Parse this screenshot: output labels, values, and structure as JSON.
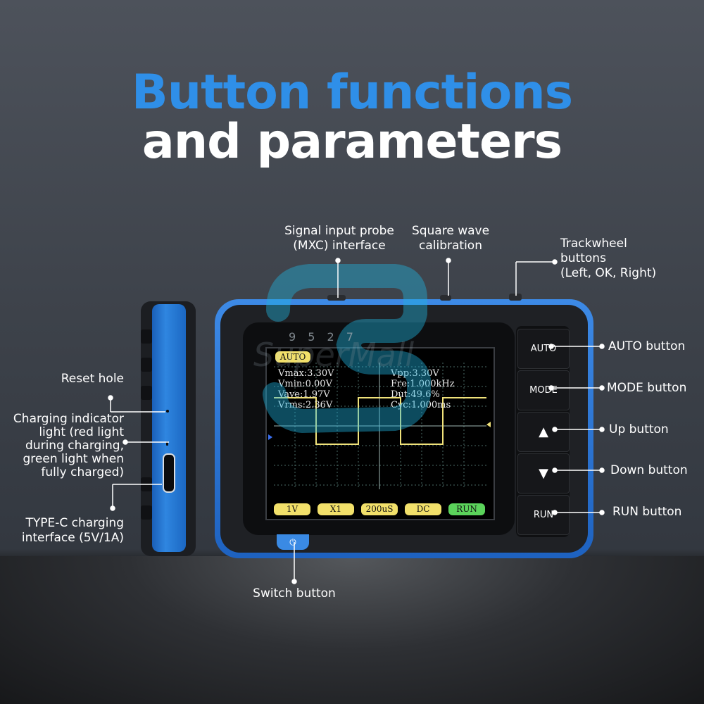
{
  "title": {
    "line1": "Button functions",
    "line2": "and parameters"
  },
  "labels": {
    "probe_line1": "Signal input probe",
    "probe_line2": "(MXC) interface",
    "square_line1": "Square wave",
    "square_line2": "calibration",
    "trackwheel_line1": "Trackwheel",
    "trackwheel_line2": "buttons",
    "trackwheel_line3": "(Left, OK, Right)",
    "reset_hole": "Reset hole",
    "charging_line1": "Charging indicator",
    "charging_line2": "light (red light",
    "charging_line3": "during charging,",
    "charging_line4": "green light when",
    "charging_line5": "fully charged)",
    "typec_line1": "TYPE-C charging",
    "typec_line2": "interface (5V/1A)",
    "auto_button": "AUTO button",
    "mode_button": "MODE button",
    "up_button": "Up button",
    "down_button": "Down button",
    "run_button": "RUN button",
    "switch_button": "Switch button"
  },
  "device": {
    "keys": {
      "auto": "AUTO",
      "mode": "MODE",
      "up": "▲",
      "down": "▼",
      "run": "RUN"
    },
    "power_icon": "⏻",
    "screen": {
      "mode_tag": "AUTO",
      "left": [
        "Vmax:3.30V",
        "Vmin:0.00V",
        "Vave:1.97V",
        "Vrms:2.36V"
      ],
      "right": [
        "Vpp:3.30V",
        "Fre:1.000kHz",
        "Dut:49.6%",
        "Cyc:1.000ms"
      ],
      "bottom": [
        "1V",
        "X1",
        "200uS",
        "DC",
        "RUN"
      ]
    }
  },
  "watermark": {
    "digits": "9 5 2 7",
    "text": "SuperMall"
  },
  "colors": {
    "accent": "#2f8fe8",
    "tag_yellow": "#f2e06a",
    "run_green": "#5bd35b",
    "wave": "#f0e27a",
    "grid": "#4a6a66"
  }
}
